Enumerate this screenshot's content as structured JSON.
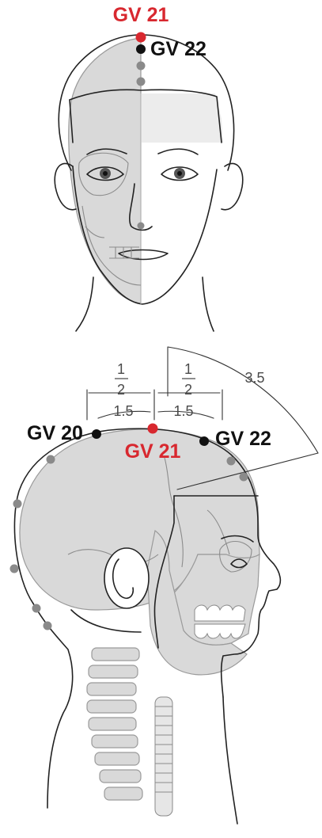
{
  "colors": {
    "highlight": "#d8282f",
    "point": "#111111",
    "minor_point": "#8a8a8a",
    "skull_fill": "#d9d9d9",
    "outline": "#222222"
  },
  "front_view": {
    "gv21_label": "GV 21",
    "gv22_label": "GV 22"
  },
  "side_view": {
    "gv20_label": "GV 20",
    "gv21_label": "GV 21",
    "gv22_label": "GV 22",
    "fraction_left_num": "1",
    "fraction_left_den": "2",
    "fraction_right_num": "1",
    "fraction_right_den": "2",
    "measure_left": "1.5",
    "measure_right": "1.5",
    "measure_total": "3.5"
  }
}
